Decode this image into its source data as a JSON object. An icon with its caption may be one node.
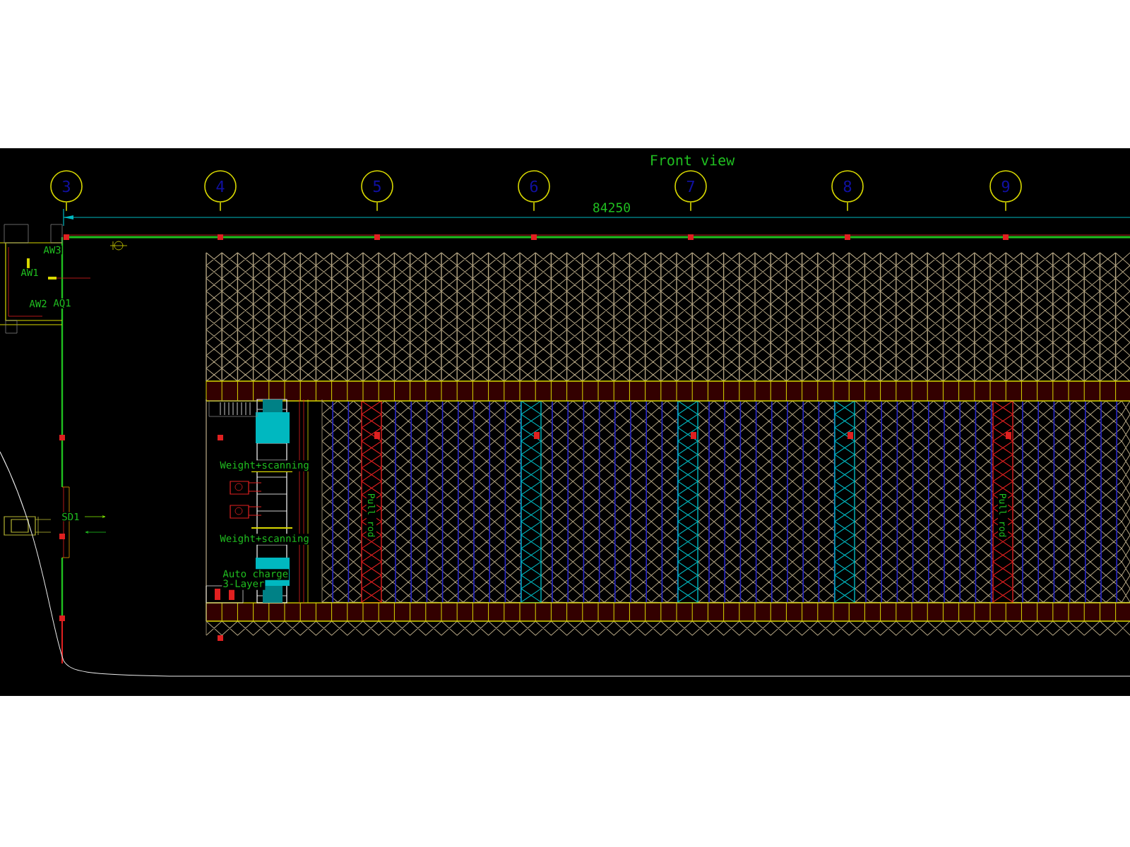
{
  "diagram": {
    "title": "Front view",
    "nodes": [
      {
        "text": [
          "3"
        ]
      },
      {
        "text": [
          "4"
        ]
      },
      {
        "text": [
          "5"
        ]
      },
      {
        "text": [
          "6"
        ]
      },
      {
        "text": [
          "7"
        ]
      },
      {
        "text": [
          "8"
        ]
      },
      {
        "text": [
          "9"
        ]
      }
    ],
    "labels": [
      "84250",
      "AW3",
      "AW1",
      "AW2",
      "AQ1",
      "Weight+scanning",
      "SD1",
      "Pull rod",
      "Pull rod",
      "Weight+scanning",
      "Auto charge",
      "3-Layer"
    ]
  }
}
